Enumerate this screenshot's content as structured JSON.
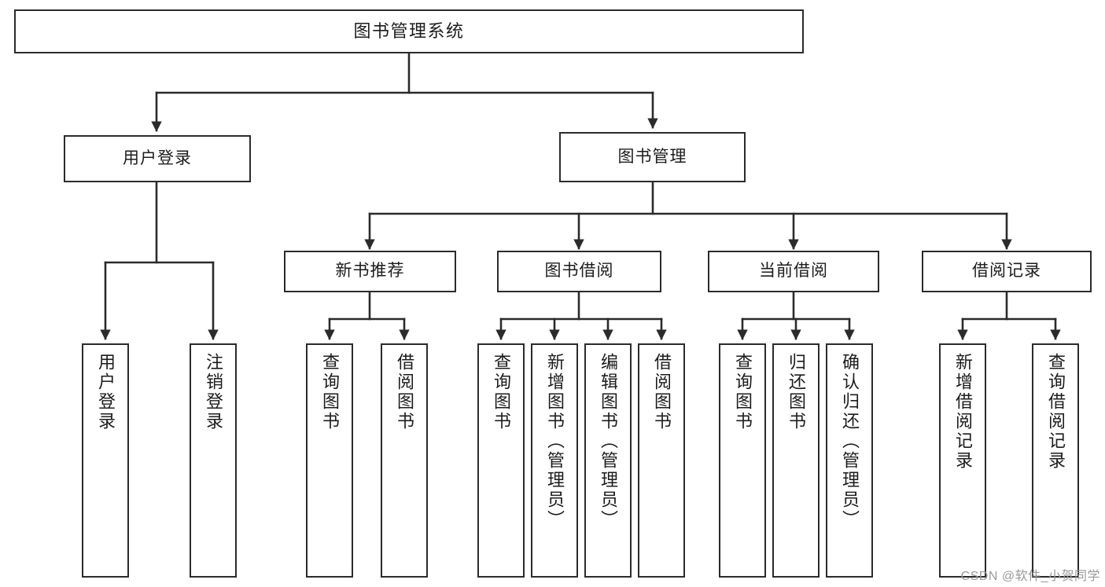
{
  "diagram": {
    "title": "图书管理系统",
    "type": "tree-structure-chart",
    "watermark": "CSDN @软件_小贺同学",
    "colors": {
      "box_border": "#2b2b2b",
      "box_fill": "#ffffff",
      "connector": "#2b2b2b",
      "text": "#1c1c1c",
      "watermark": "#9a9a9a"
    }
  },
  "nodes": {
    "root": {
      "label": "图书管理系统"
    },
    "level2": [
      {
        "label": "用户登录"
      },
      {
        "label": "图书管理"
      }
    ],
    "level3": [
      {
        "label": "新书推荐"
      },
      {
        "label": "图书借阅"
      },
      {
        "label": "当前借阅"
      },
      {
        "label": "借阅记录"
      }
    ],
    "leaves": {
      "user_login": [
        {
          "label": "用户登录"
        },
        {
          "label": "注销登录"
        }
      ],
      "new_book_recommend": [
        {
          "label": "查询图书"
        },
        {
          "label": "借阅图书"
        }
      ],
      "book_borrow": [
        {
          "label": "查询图书"
        },
        {
          "label": "新增图书（管理员）"
        },
        {
          "label": "编辑图书（管理员）"
        },
        {
          "label": "借阅图书"
        }
      ],
      "current_borrow": [
        {
          "label": "查询图书"
        },
        {
          "label": "归还图书"
        },
        {
          "label": "确认归还（管理员）"
        }
      ],
      "borrow_record": [
        {
          "label": "新增借阅记录"
        },
        {
          "label": "查询借阅记录"
        }
      ]
    }
  }
}
